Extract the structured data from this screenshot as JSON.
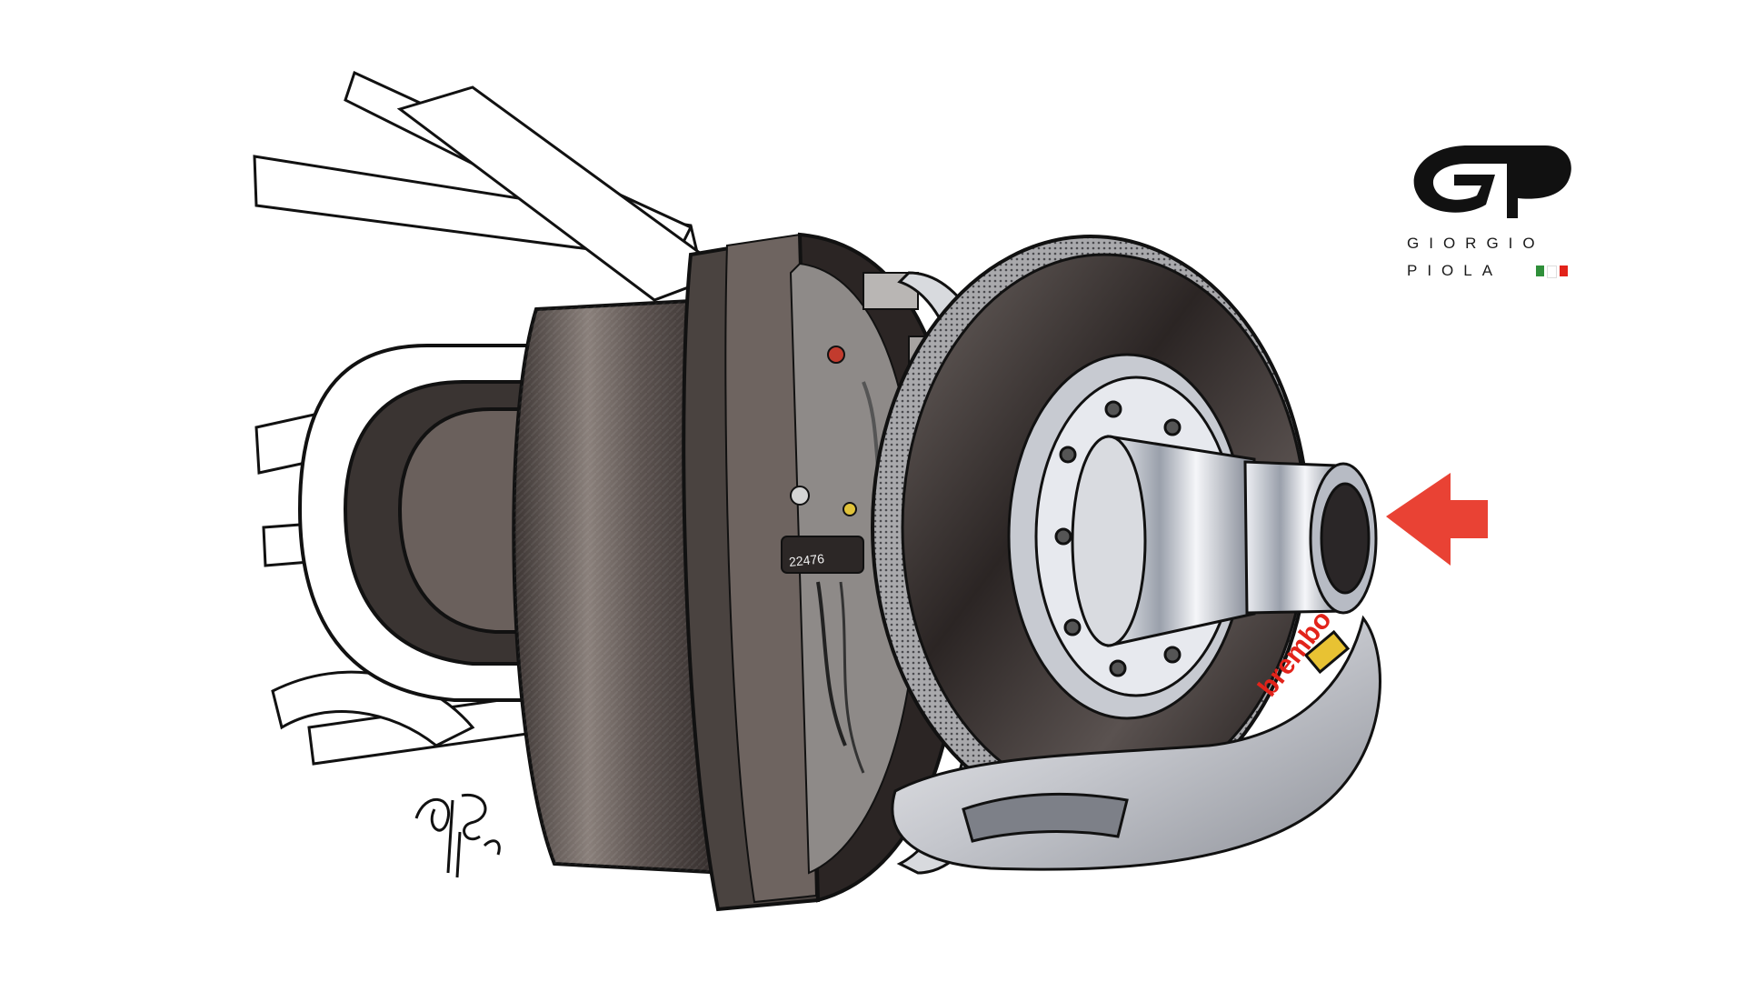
{
  "brand": {
    "line1": "GIORGIO",
    "line2": "PIOLA",
    "flag_colors": [
      "#2f8f3a",
      "#ffffff",
      "#e2231a"
    ]
  },
  "labels": {
    "caliper": "brembo",
    "part_number": "22476"
  },
  "colors": {
    "arrow": "#e94234",
    "caliper": "#e2231a",
    "carbon": "#4a4340",
    "metal": "#c9ccd3"
  },
  "icons": {
    "pointer": "red-arrow-icon",
    "logo": "gp-logo-icon"
  }
}
